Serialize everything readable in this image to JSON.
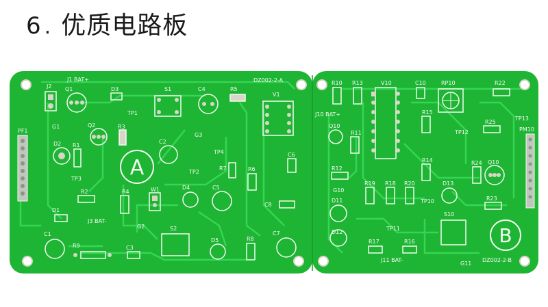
{
  "heading": {
    "number": "6",
    "dot": ".",
    "text": "优质电路板"
  },
  "board_a": {
    "id": "DZ002-2-A",
    "logo_letter": "A",
    "labels": [
      "J1 BAT+",
      "J2",
      "Q1",
      "D3",
      "S1",
      "C4",
      "R5",
      "V1",
      "TP1",
      "R3",
      "Q2",
      "G1",
      "PF1",
      "D2",
      "R1",
      "C2",
      "G3",
      "TP4",
      "C6",
      "TP3",
      "R7",
      "TP2",
      "R6",
      "R2",
      "R4",
      "W1",
      "D4",
      "C5",
      "C8",
      "D1",
      "J3 BAT-",
      "G2",
      "S2",
      "C1",
      "R9",
      "C3",
      "D5",
      "R8",
      "C7"
    ]
  },
  "board_b": {
    "id": "DZ002-2-B",
    "logo_letter": "B",
    "labels": [
      "R10",
      "R13",
      "V10",
      "C10",
      "RP10",
      "R22",
      "J10 BAT+",
      "R15",
      "TP13",
      "Q10",
      "R11",
      "R25",
      "PM10",
      "TP12",
      "R14",
      "R24",
      "Q10",
      "R12",
      "G10",
      "R19",
      "R18",
      "R20",
      "D13",
      "D11",
      "TP10",
      "R23",
      "TP11",
      "S10",
      "D12",
      "R17",
      "R16",
      "J11 BAT-",
      "G11"
    ]
  },
  "colors": {
    "pcb": "#1fb534",
    "trace": "#2ed14a",
    "silk": "#f4fbf2",
    "pad": "#d9d6c8",
    "background": "#ffffff"
  }
}
